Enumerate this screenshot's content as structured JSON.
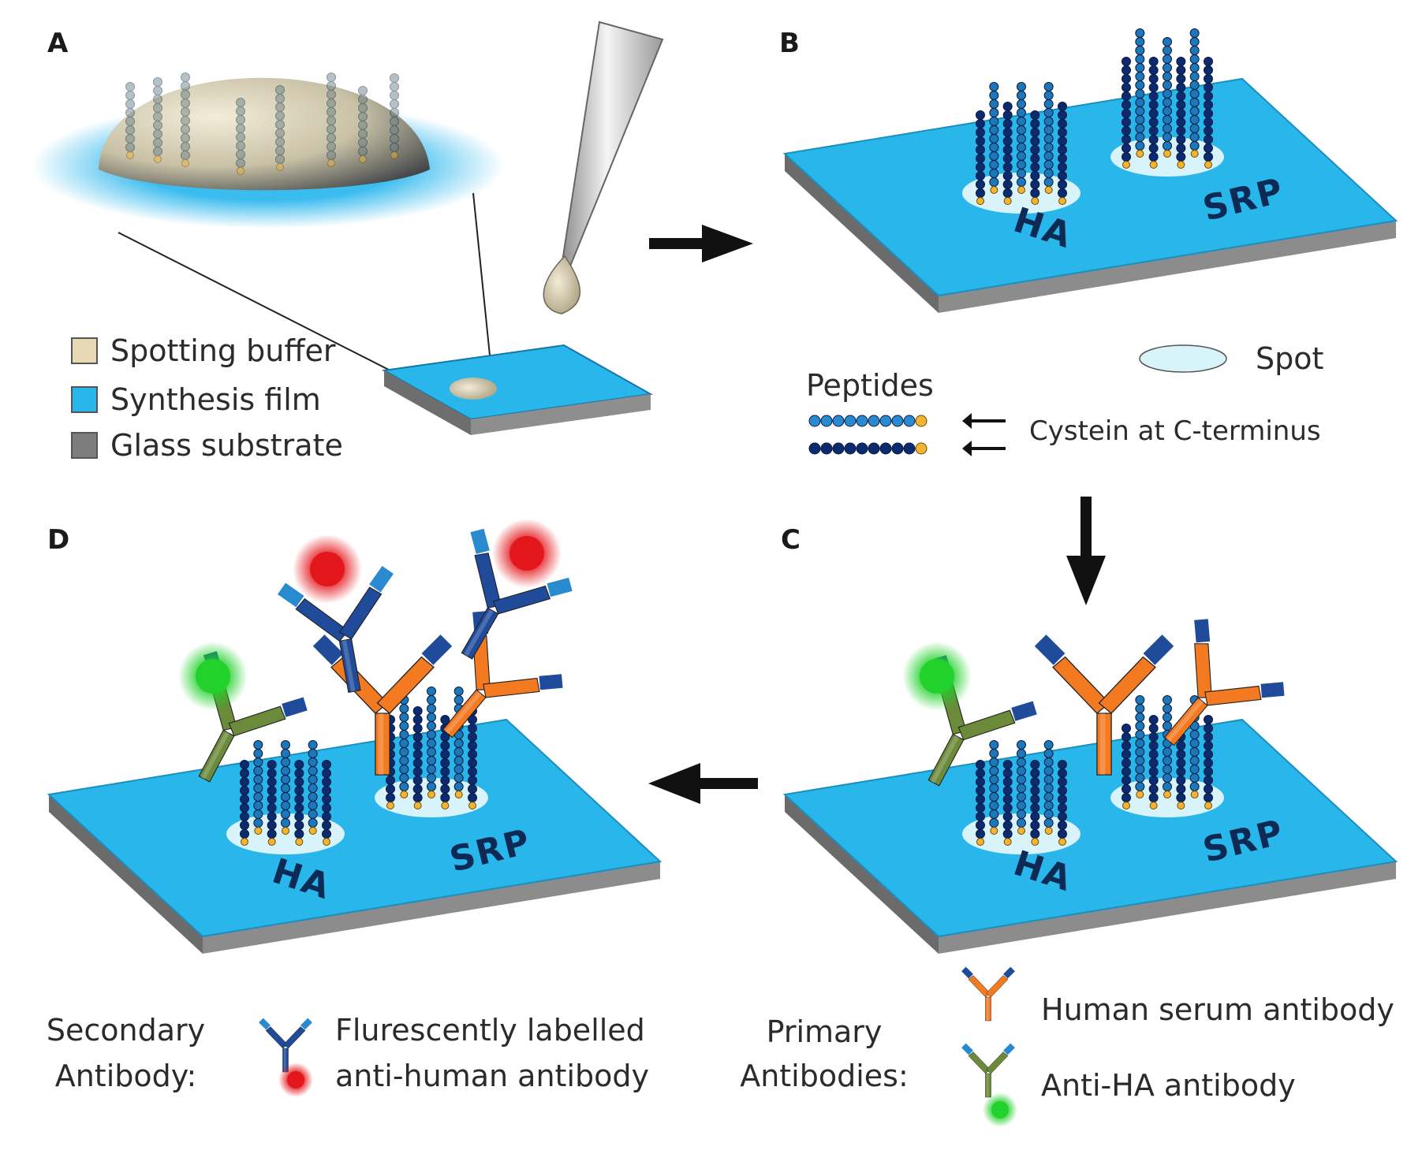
{
  "panels": {
    "a": "A",
    "b": "B",
    "c": "C",
    "d": "D"
  },
  "legend_a": {
    "items": [
      {
        "label": "Spotting buffer",
        "color": "#e7d9b4"
      },
      {
        "label": "Synthesis film",
        "color": "#29b6ea"
      },
      {
        "label": "Glass substrate",
        "color": "#7d7d7d"
      }
    ]
  },
  "legend_b": {
    "spot": "Spot",
    "peptides": "Peptides",
    "cysteine": "Cystein at C-terminus"
  },
  "plate_labels": {
    "ha": "HA",
    "srp": "SRP"
  },
  "captions": {
    "secondary": {
      "heading_line1": "Secondary",
      "heading_line2": "Antibody:",
      "desc_line1": "Flurescently labelled",
      "desc_line2": "anti-human antibody"
    },
    "primary": {
      "heading_line1": "Primary",
      "heading_line2": "Antibodies:",
      "item1": "Human serum antibody",
      "item2": "Anti-HA antibody"
    }
  },
  "colors": {
    "film": "#29b6ea",
    "film_edge": "#1a8fc0",
    "glass": "#7a7a7a",
    "spot": "#d9f3fb",
    "peptide_light": "#1c78b8",
    "peptide_dark": "#0c2a6e",
    "cysteine": "#f2b431",
    "human_antibody": "#f47a21",
    "anti_ha_antibody": "#6b8a3a",
    "secondary_antibody": "#1f4b9a",
    "red_label": "#e3161b",
    "green_label": "#22d12b",
    "arrow": "#111111"
  },
  "icons": {
    "arrow_right": "arrow-right-icon",
    "arrow_down": "arrow-down-icon",
    "arrow_left": "arrow-left-icon",
    "pipette": "pipette-icon",
    "droplet": "droplet-icon"
  }
}
